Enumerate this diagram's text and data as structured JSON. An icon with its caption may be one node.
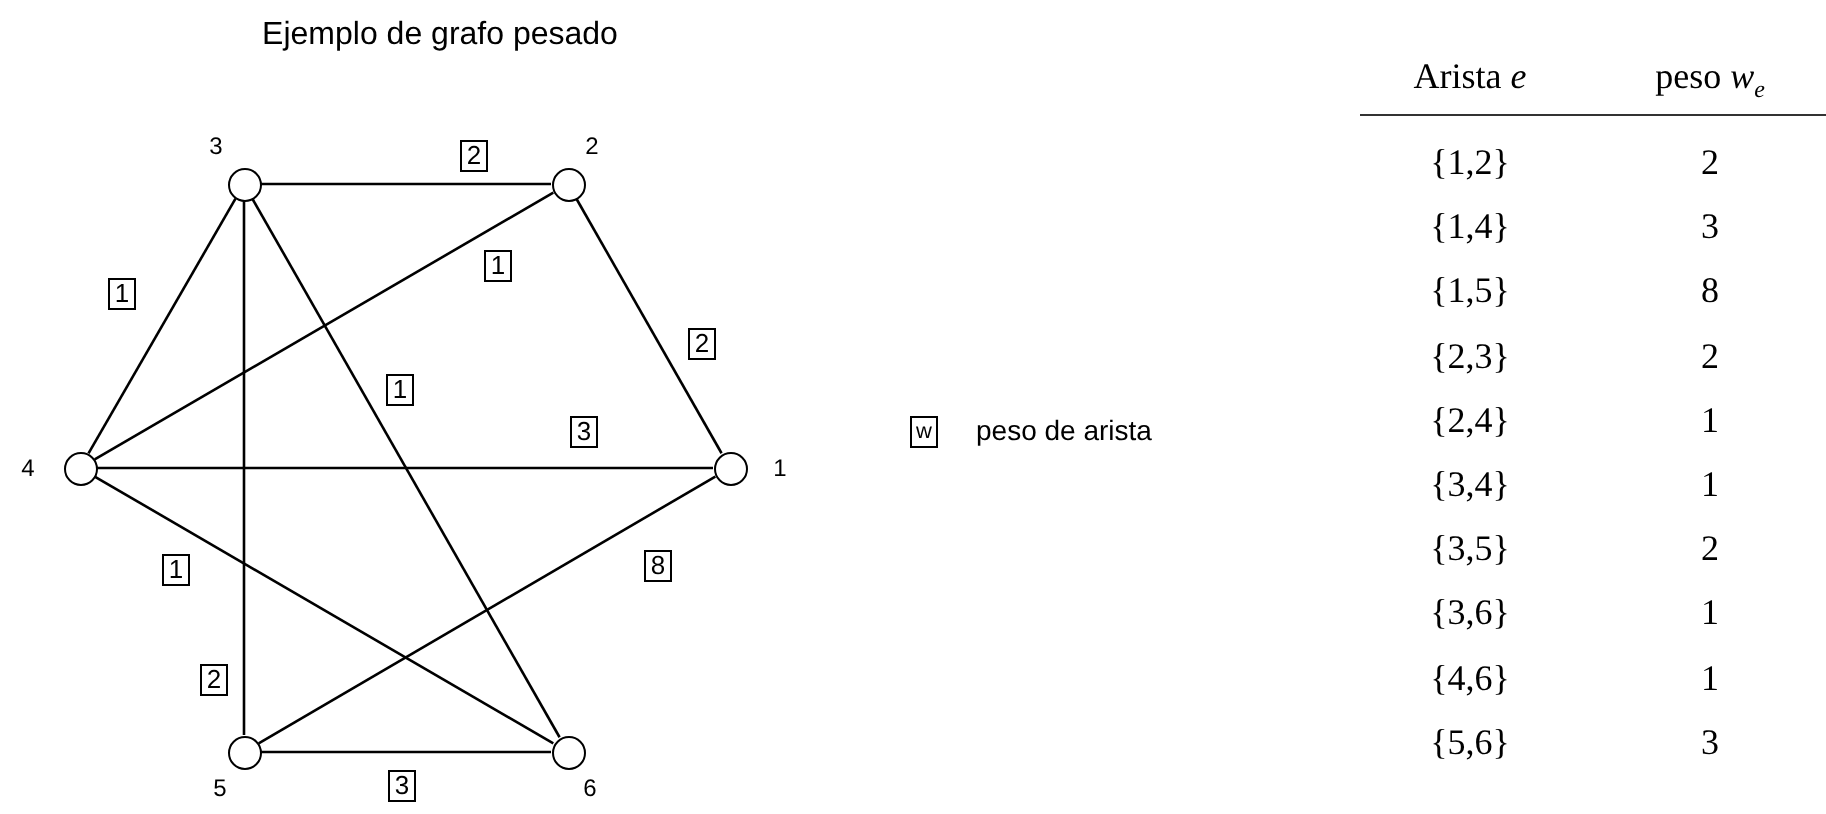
{
  "diagram": {
    "title": "Ejemplo de grafo pesado",
    "nodes": [
      {
        "text": [],
        "shape": "circle",
        "beside": [
          "3"
        ]
      },
      {
        "text": [],
        "shape": "circle",
        "beside": [
          "2"
        ]
      },
      {
        "text": [],
        "shape": "circle",
        "beside": [
          "4"
        ]
      },
      {
        "text": [],
        "shape": "circle",
        "beside": [
          "1"
        ]
      },
      {
        "text": [],
        "shape": "circle",
        "beside": [
          "5"
        ]
      },
      {
        "text": [],
        "shape": "circle",
        "beside": [
          "6"
        ]
      }
    ],
    "edges": [
      {
        "from": 0,
        "to": 1,
        "arrow": "none",
        "label": "2"
      },
      {
        "from": 1,
        "to": 2,
        "arrow": "none",
        "label": "1"
      },
      {
        "from": 0,
        "to": 2,
        "arrow": "none",
        "label": "1"
      },
      {
        "from": 1,
        "to": 3,
        "arrow": "none",
        "label": "2"
      },
      {
        "from": 0,
        "to": 5,
        "arrow": "none",
        "label": "1"
      },
      {
        "from": 2,
        "to": 3,
        "arrow": "none",
        "label": "3"
      },
      {
        "from": 3,
        "to": 4,
        "arrow": "none",
        "label": "8"
      },
      {
        "from": 2,
        "to": 5,
        "arrow": "none",
        "label": "1"
      },
      {
        "from": 0,
        "to": 4,
        "arrow": "none",
        "label": "2"
      },
      {
        "from": 4,
        "to": 5,
        "arrow": "none",
        "label": "3"
      }
    ],
    "labels": [
      "w",
      "Arista *e*",
      "peso *w*$_{e}$",
      "{1,2}",
      "2",
      "{1,4}",
      "3",
      "{1,5}",
      "8",
      "{2,3}",
      "2",
      "{2,4}",
      "1",
      "{3,4}",
      "1",
      "{3,5}",
      "2",
      "{3,6}",
      "1",
      "{4,6}",
      "1",
      "{5,6}",
      "3"
    ],
    "legend": [
      {
        "text": "peso de arista"
      }
    ]
  }
}
